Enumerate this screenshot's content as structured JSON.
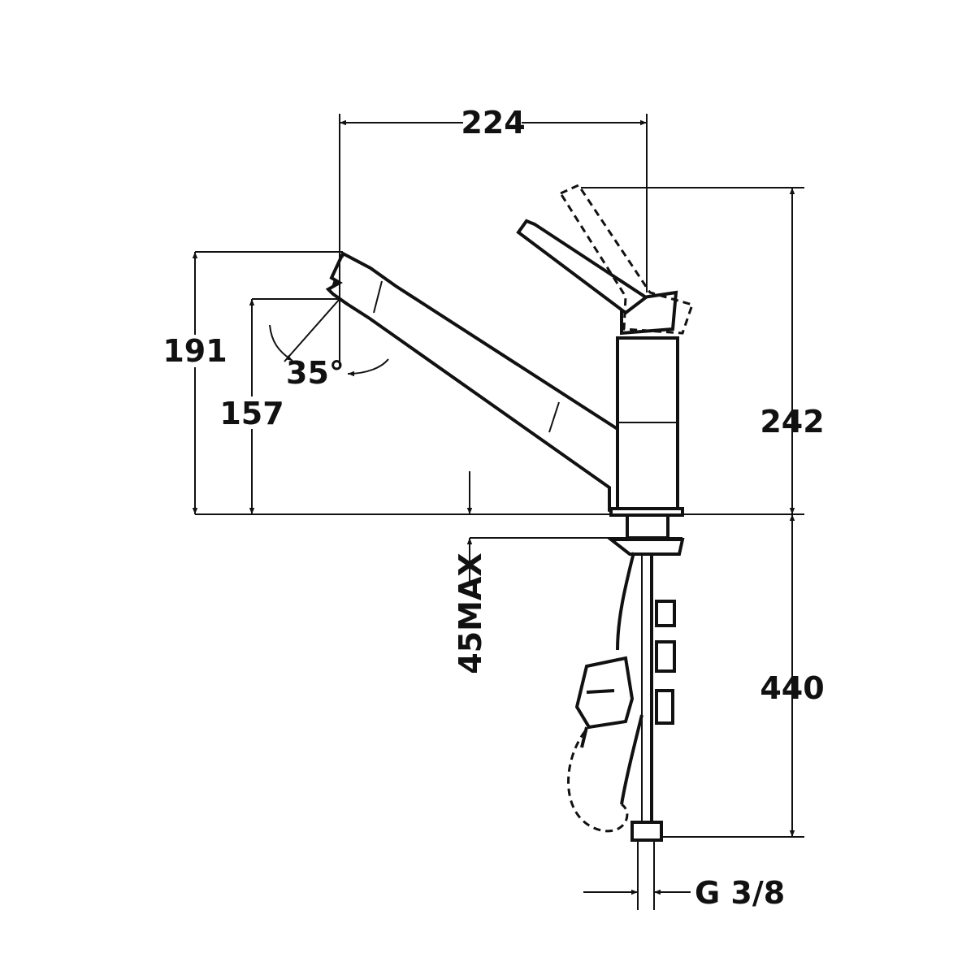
{
  "dimensions": {
    "spout_reach": "224",
    "total_height": "191",
    "outlet_height": "157",
    "handle_height": "242",
    "below_deck": "440",
    "max_deck": "45MAX",
    "swivel_angle": "35°",
    "connection": "G 3/8"
  }
}
